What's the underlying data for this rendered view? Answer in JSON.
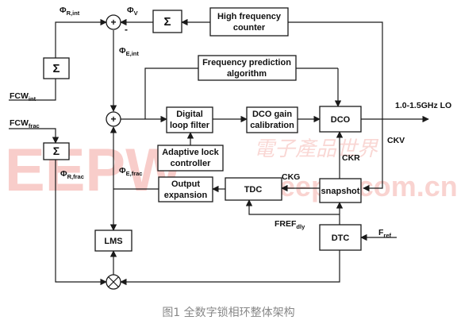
{
  "caption": "图1 全数字锁相环整体架构",
  "watermark": {
    "logo": "EEPW",
    "chinese": "電子產品世界",
    "url": "eepw.com.cn"
  },
  "blocks": {
    "hf_counter": [
      "High frequency",
      "counter"
    ],
    "sigma_top": "Σ",
    "freq_pred": [
      "Frequency prediction",
      "algorithm"
    ],
    "sigma_int": "Σ",
    "sigma_frac": "Σ",
    "digital_filter": [
      "Digital",
      "loop filter"
    ],
    "dco_gain": [
      "DCO gain",
      "calibration"
    ],
    "dco": "DCO",
    "adaptive": [
      "Adaptive lock",
      "controller"
    ],
    "output_exp": [
      "Output",
      "expansion"
    ],
    "tdc": "TDC",
    "snapshot": "snapshot",
    "lms": "LMS",
    "dtc": "DTC"
  },
  "signals": {
    "phi_r_int": {
      "main": "Φ",
      "sub": "R,int"
    },
    "phi_v": {
      "main": "Φ",
      "sub": "V"
    },
    "phi_e_int": {
      "main": "Φ",
      "sub": "E,int"
    },
    "phi_r_frac": {
      "main": "Φ",
      "sub": "R,frac"
    },
    "phi_e_frac": {
      "main": "Φ",
      "sub": "E,frac"
    },
    "fcw_int": {
      "main": "FCW",
      "sub": "int"
    },
    "fcw_frac": {
      "main": "FCW",
      "sub": "frac"
    },
    "fref_dly": {
      "main": "FREF",
      "sub": "dly"
    },
    "fref": {
      "main": "F",
      "sub": "ref"
    },
    "output_lo": "1.0-1.5GHz LO",
    "ckv": "CKV",
    "ckr": "CKR",
    "ckg": "CKG"
  },
  "sums": {
    "plus": "+",
    "minus": "-"
  },
  "colors": {
    "watermark": "#e53c30",
    "caption": "#888888",
    "line": "#1a1a1a"
  }
}
